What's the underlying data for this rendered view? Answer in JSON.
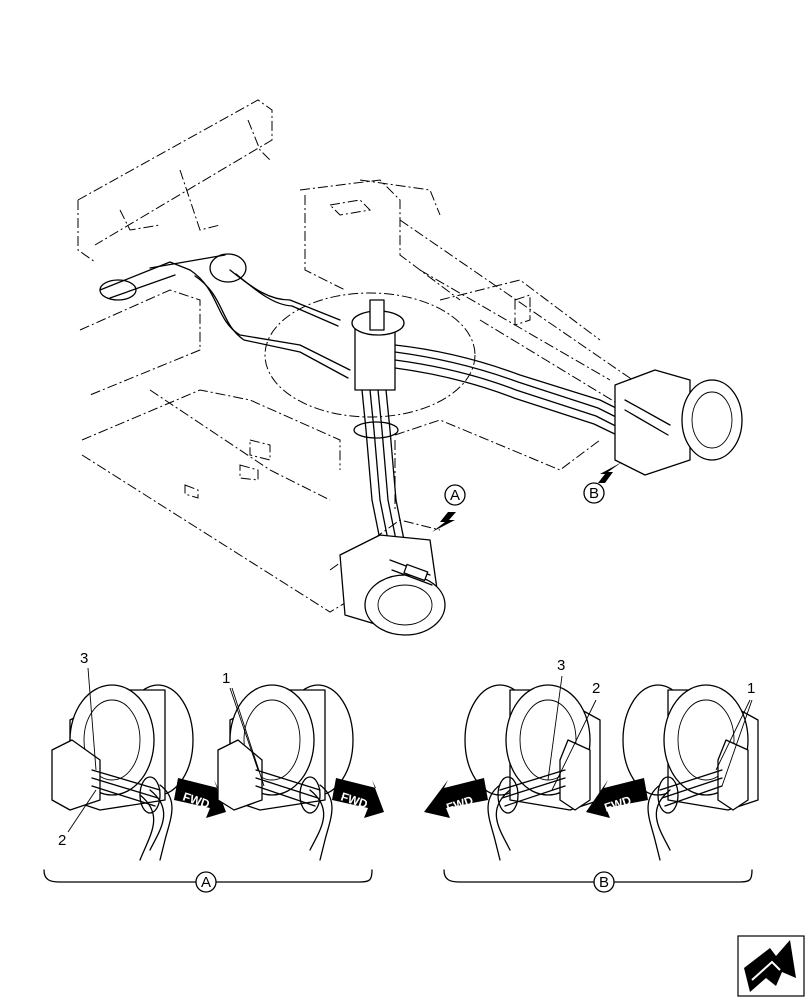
{
  "callouts": {
    "view_a": "A",
    "view_b": "B"
  },
  "detail_a": {
    "label": "A",
    "left_motor": {
      "items": [
        "3",
        "2"
      ],
      "arrow": "FWD"
    },
    "right_motor": {
      "items": [
        "1"
      ],
      "arrow": "FWD"
    }
  },
  "detail_b": {
    "label": "B",
    "left_motor": {
      "items": [
        "3",
        "2"
      ],
      "arrow": "FWD"
    },
    "right_motor": {
      "items": [
        "1"
      ],
      "arrow": "FWD"
    }
  },
  "icon": "next-page-arrow-icon"
}
